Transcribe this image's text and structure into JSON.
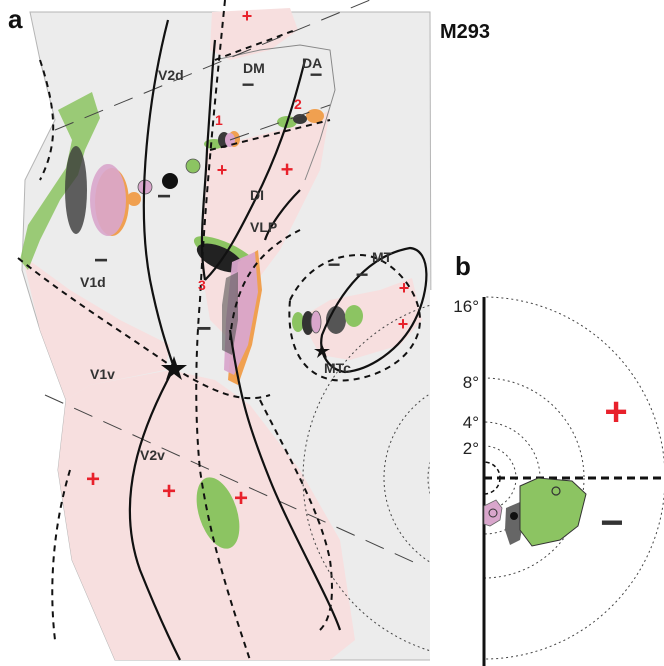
{
  "panel_a": {
    "label": "a",
    "specimen": "M293",
    "areas": {
      "v2d": "V2d",
      "dm": "DM",
      "da": "DA",
      "di": "DI",
      "vlp": "VLP",
      "v1d": "V1d",
      "v1v": "V1v",
      "v2v": "V2v",
      "mt": "MT",
      "mtc": "MTc"
    },
    "site_numbers": [
      "1",
      "2",
      "3"
    ],
    "upper_field_sign": "+",
    "lower_field_sign": "−"
  },
  "panel_b": {
    "label": "b",
    "eccentricity_ticks": [
      "16°",
      "8°",
      "4°",
      "2°"
    ],
    "upper_field_sign": "+",
    "lower_field_sign": "−"
  },
  "colors": {
    "cortex_fill": "#ececec",
    "upper_field_fill": "#f7dfdf",
    "plus_red": "#e8212b",
    "green": "#8cc462",
    "pink": "#d9a6cc",
    "orange": "#f0a050",
    "dark": "#3a3a3a"
  }
}
